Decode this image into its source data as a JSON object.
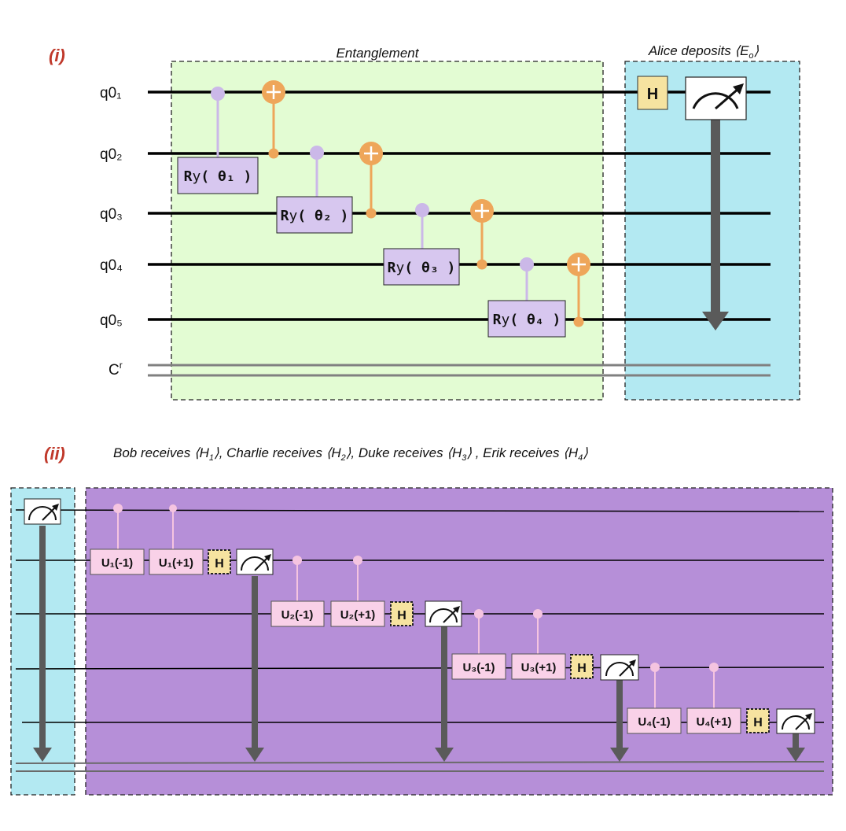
{
  "panel_i": {
    "marker": "(i)",
    "entanglement_label": "Entanglement",
    "alice_label_prefix": "Alice deposits ⟨",
    "alice_label_sym": "E",
    "alice_label_sub": "o",
    "alice_label_suffix": "⟩",
    "qubit_labels": [
      "q0₁",
      "q0₂",
      "q0₃",
      "q0₄",
      "q0₅"
    ],
    "classical_label": "Cr",
    "ry_gates": [
      {
        "prefix": "R",
        "y": "y",
        "theta": "( θ₁ )"
      },
      {
        "prefix": "R",
        "y": "y",
        "theta": "( θ₂ )"
      },
      {
        "prefix": "R",
        "y": "y",
        "theta": "( θ₃ )"
      },
      {
        "prefix": "R",
        "y": "y",
        "theta": "( θ₄ )"
      }
    ],
    "h_gate": "H"
  },
  "panel_ii": {
    "marker": "(ii)",
    "caption": [
      {
        "text": "Bob receives ⟨",
        "sym": "H",
        "sub": "1",
        "after": "⟩"
      },
      {
        "text": ", Charlie receives ⟨",
        "sym": "H",
        "sub": "2",
        "after": "⟩"
      },
      {
        "text": ", Duke receives ⟨",
        "sym": "H",
        "sub": "3",
        "after": "⟩"
      },
      {
        "text": " , Erik receives ⟨",
        "sym": "H",
        "sub": "4",
        "after": "⟩"
      }
    ],
    "u_gates": [
      [
        "U₁(-1)",
        "U₁(+1)"
      ],
      [
        "U₂(-1)",
        "U₂(+1)"
      ],
      [
        "U₃(-1)",
        "U₃(+1)"
      ],
      [
        "U₄(-1)",
        "U₄(+1)"
      ]
    ],
    "h_gate": "H"
  },
  "colors": {
    "entangle_bg": "#e3fcd3",
    "alice_bg": "#b3e9f2",
    "purple_bg": "#b68fd8",
    "ry_fill": "#d7c7ef",
    "ry_control": "#cbb8e8",
    "cnot": "#eea65a",
    "h_fill": "#f6e3a0",
    "u_fill": "#f9d1e8",
    "u_control": "#f5c4e0",
    "measure_arrow": "#5a5a5a",
    "marker": "#c0392b"
  }
}
